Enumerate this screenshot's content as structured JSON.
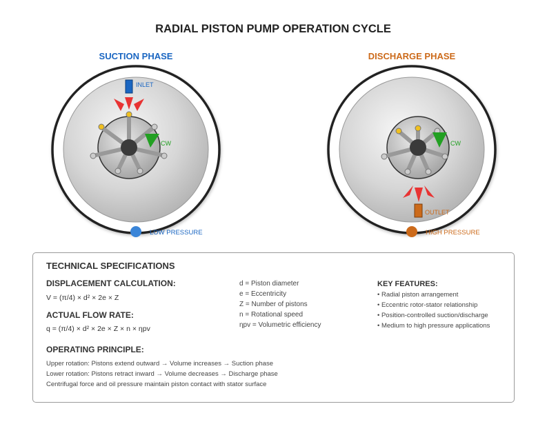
{
  "title": "RADIAL PISTON PUMP OPERATION CYCLE",
  "colors": {
    "suction": "#1a66c2",
    "discharge": "#cc6a1a",
    "arrow_red": "#e83333",
    "rotation_green": "#22a022",
    "piston_yellow": "#f0c020"
  },
  "suction": {
    "title": "SUCTION PHASE",
    "port_label": "INLET",
    "rotation_label": "CW",
    "pressure_label": "LOW PRESSURE"
  },
  "discharge": {
    "title": "DISCHARGE PHASE",
    "port_label": "OUTLET",
    "rotation_label": "CW",
    "pressure_label": "HIGH PRESSURE"
  },
  "specs": {
    "title": "TECHNICAL SPECIFICATIONS",
    "displacement_heading": "DISPLACEMENT CALCULATION:",
    "displacement_formula": "V = (π/4) × d² × 2e × Z",
    "flow_heading": "ACTUAL FLOW RATE:",
    "flow_formula": "q = (π/4) × d² × 2e × Z × n × ηpv",
    "variables": [
      "d = Piston diameter",
      "e = Eccentricity",
      "Z = Number of pistons",
      "n = Rotational speed",
      "ηpv = Volumetric efficiency"
    ],
    "features_heading": "KEY FEATURES:",
    "features": [
      "• Radial piston arrangement",
      "• Eccentric rotor-stator relationship",
      "• Position-controlled suction/discharge",
      "• Medium to high pressure applications"
    ],
    "principle_heading": "OPERATING PRINCIPLE:",
    "principle_lines": [
      "Upper rotation: Pistons extend outward → Volume increases → Suction phase",
      "Lower rotation: Pistons retract inward → Volume decreases → Discharge phase",
      "Centrifugal force and oil pressure maintain piston contact with stator surface"
    ]
  }
}
